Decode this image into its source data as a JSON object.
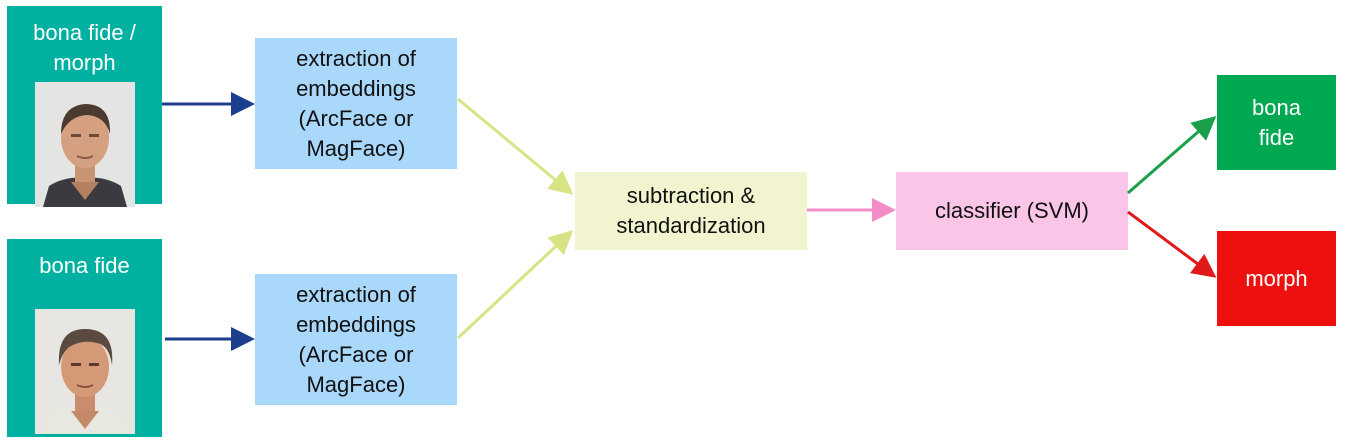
{
  "inputs": [
    {
      "label": "bona fide /\nmorph",
      "photo_icon": "face-photo-icon"
    },
    {
      "label": "bona fide",
      "photo_icon": "face-photo-icon"
    }
  ],
  "extraction": [
    {
      "label": "extraction of\nembeddings\n(ArcFace or\nMagFace)"
    },
    {
      "label": "extraction of\nembeddings\n(ArcFace or\nMagFace)"
    }
  ],
  "subtraction": {
    "label": "subtraction &\nstandardization"
  },
  "classifier": {
    "label": "classifier (SVM)"
  },
  "outputs": {
    "bona_fide": {
      "label": "bona\nfide"
    },
    "morph": {
      "label": "morph"
    }
  },
  "colors": {
    "input_box": "#00b0a0",
    "extraction_box": "#a9d8fb",
    "subtraction_box": "#f2f4cf",
    "classifier_box": "#fbc5e8",
    "bona_fide_box": "#00a851",
    "morph_box": "#ee0f0f",
    "input_arrow": "#1b3f8c",
    "extraction_arrow": "#d8e384",
    "subtraction_arrow": "#f48cc8",
    "bona_fide_arrow": "#1aa04a",
    "morph_arrow": "#e01a1a"
  }
}
